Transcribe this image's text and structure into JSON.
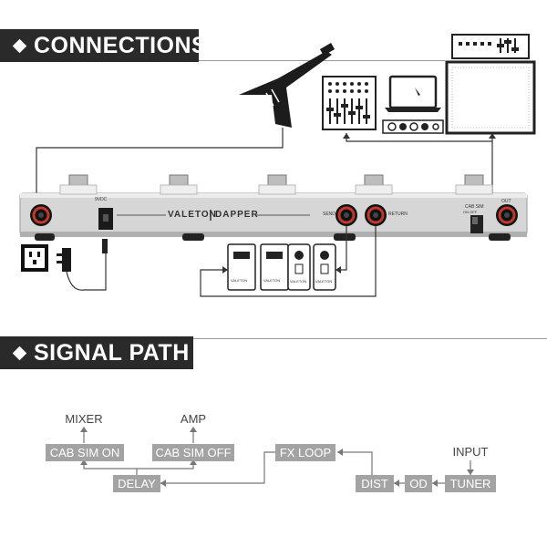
{
  "sections": {
    "connections_title": "CONNECTIONS",
    "signal_path_title": "SIGNAL PATH"
  },
  "pedal": {
    "brand": "VALETON",
    "model": "DAPPER",
    "power_label": "9VDC",
    "send_label": "SEND",
    "return_label": "RETURN",
    "cabsim_label": "CAB SIM",
    "cabsim_options": "ON  OFF",
    "out_label": "OUT"
  },
  "mini_pedals": [
    {
      "label": "VALETON"
    },
    {
      "label": "VALETON"
    },
    {
      "label": "VALETON"
    },
    {
      "label": "VALETON"
    }
  ],
  "signal_path": {
    "outputs": {
      "mixer": "MIXER",
      "amp": "AMP",
      "input": "INPUT"
    },
    "blocks": {
      "cab_sim_on": "CAB SIM ON",
      "cab_sim_off": "CAB SIM OFF",
      "fx_loop": "FX LOOP",
      "delay": "DELAY",
      "dist": "DIST",
      "od": "OD",
      "tuner": "TUNER"
    }
  },
  "colors": {
    "header_bg": "#2a2a2a",
    "block_bg": "#a3a3a3",
    "jack_red": "#c0392b",
    "pedal_body": "#d6d6d6"
  },
  "icons": [
    "guitar-icon",
    "mixer-icon",
    "laptop-icon",
    "amp-icon",
    "power-outlet-icon",
    "power-adapter-icon"
  ]
}
